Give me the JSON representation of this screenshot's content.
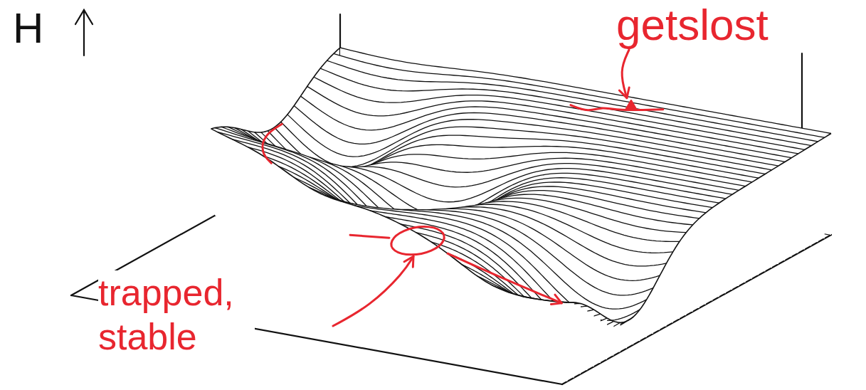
{
  "diagram": {
    "labels": [
      "H",
      "getslost",
      "trapped, stable"
    ]
  }
}
